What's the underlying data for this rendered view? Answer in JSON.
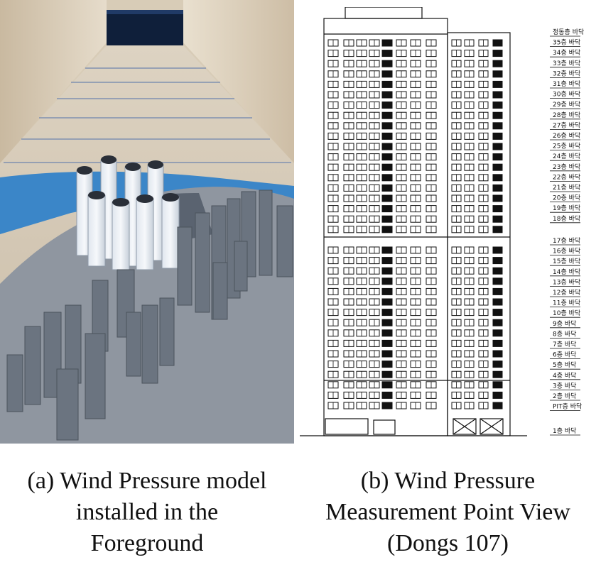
{
  "panels": {
    "a": {
      "caption_lines": [
        "(a) Wind Pressure model",
        "installed in the",
        "Foreground"
      ]
    },
    "b": {
      "caption_lines": [
        "(b) Wind Pressure",
        "Measurement Point View",
        "(Dongs 107)"
      ],
      "floor_labels": [
        "정동층 바닥",
        "35층 바닥",
        "34층 바닥",
        "33층 바닥",
        "32층 바닥",
        "31층 바닥",
        "30층 바닥",
        "29층 바닥",
        "28층 바닥",
        "27층 바닥",
        "26층 바닥",
        "25층 바닥",
        "24층 바닥",
        "23층 바닥",
        "22층 바닥",
        "21층 바닥",
        "20층 바닥",
        "19층 바닥",
        "18층 바닥",
        "17층 바닥",
        "16층 바닥",
        "15층 바닥",
        "14층 바닥",
        "13층 바닥",
        "12층 바닥",
        "11층 바닥",
        "10층 바닥",
        "9층 바닥",
        "8층 바닥",
        "7층 바닥",
        "6층 바닥",
        "5층 바닥",
        "4층 바닥",
        "3층 바닥",
        "2층 바닥",
        "PIT층 바닥",
        "1층 바닥"
      ]
    }
  }
}
